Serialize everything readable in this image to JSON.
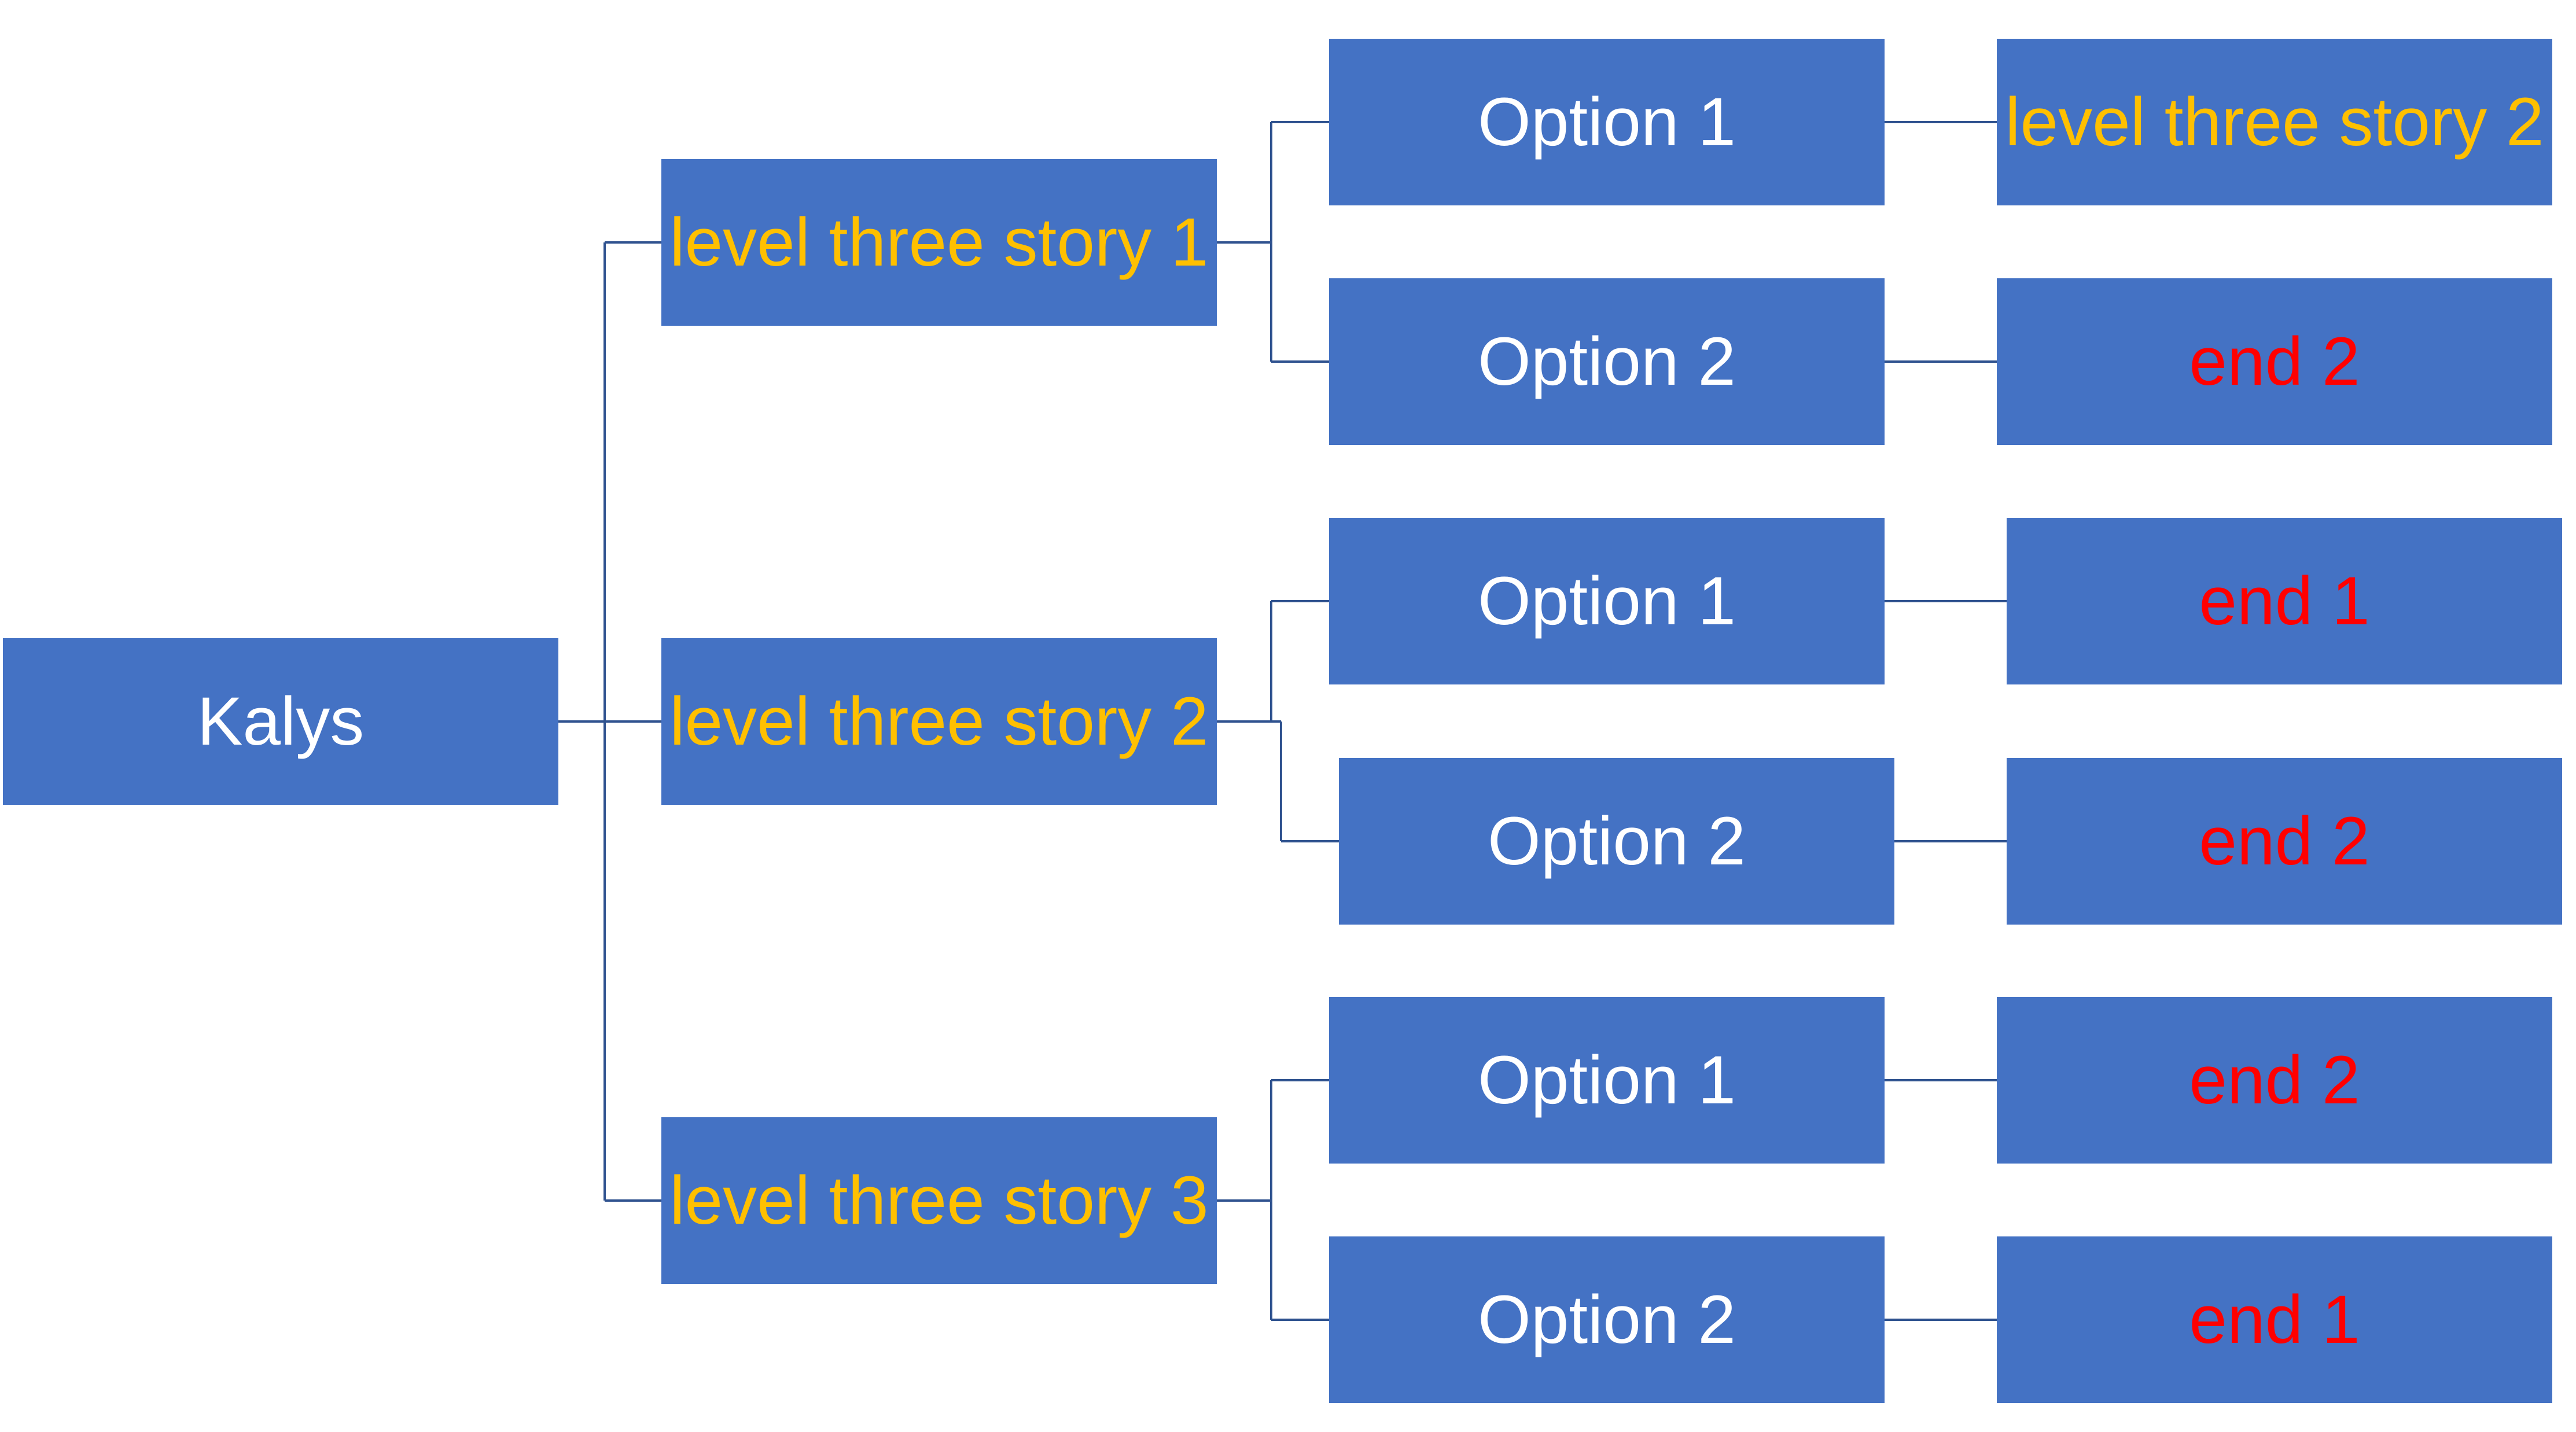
{
  "colors": {
    "box_fill": "#4472C4",
    "connector": "#2F528F",
    "text_white": "#FFFFFF",
    "text_gold": "#FFC000",
    "text_red": "#FF0000"
  },
  "root": {
    "label": "Kalys",
    "color": "#FFFFFF",
    "children": [
      {
        "label": "level three story 1",
        "color": "#FFC000",
        "children": [
          {
            "label": "Option 1",
            "color": "#FFFFFF",
            "outcome": {
              "label": "level three story 2",
              "color": "#FFC000"
            }
          },
          {
            "label": "Option 2",
            "color": "#FFFFFF",
            "outcome": {
              "label": "end 2",
              "color": "#FF0000"
            }
          }
        ]
      },
      {
        "label": "level three story 2",
        "color": "#FFC000",
        "children": [
          {
            "label": "Option 1",
            "color": "#FFFFFF",
            "outcome": {
              "label": "end 1",
              "color": "#FF0000"
            }
          },
          {
            "label": "Option 2",
            "color": "#FFFFFF",
            "outcome": {
              "label": "end 2",
              "color": "#FF0000"
            }
          }
        ]
      },
      {
        "label": "level three story 3",
        "color": "#FFC000",
        "children": [
          {
            "label": "Option 1",
            "color": "#FFFFFF",
            "outcome": {
              "label": "end 2",
              "color": "#FF0000"
            }
          },
          {
            "label": "Option 2",
            "color": "#FFFFFF",
            "outcome": {
              "label": "end 1",
              "color": "#FF0000"
            }
          }
        ]
      }
    ]
  }
}
